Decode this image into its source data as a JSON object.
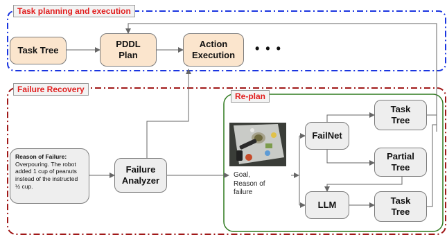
{
  "sections": {
    "planning_label": "Task planning and execution",
    "recovery_label": "Failure Recovery",
    "replan_label": "Re-plan"
  },
  "nodes": {
    "task_tree": "Task Tree",
    "pddl_plan": "PDDL\nPlan",
    "action_execution": "Action\nExecution",
    "ellipsis": "• • •",
    "failure_analyzer": "Failure\nAnalyzer",
    "failnet": "FailNet",
    "llm": "LLM",
    "task_tree_top": "Task\nTree",
    "partial_tree": "Partial\nTree",
    "task_tree_bottom": "Task\nTree"
  },
  "failure_note": {
    "title": "Reason of Failure:",
    "body": "Overpouring. The robot added 1 cup of peanuts instead of the instructed ½ cup."
  },
  "goal_caption": "Goal,\nReason of\nfailure",
  "colors": {
    "planning_border": "#1a35e0",
    "recovery_border": "#a01818",
    "replan_border": "#2f7a1f",
    "label_text": "#e11e1e",
    "peach_fill": "#fbe5cd",
    "gray_fill": "#eeeeee"
  }
}
